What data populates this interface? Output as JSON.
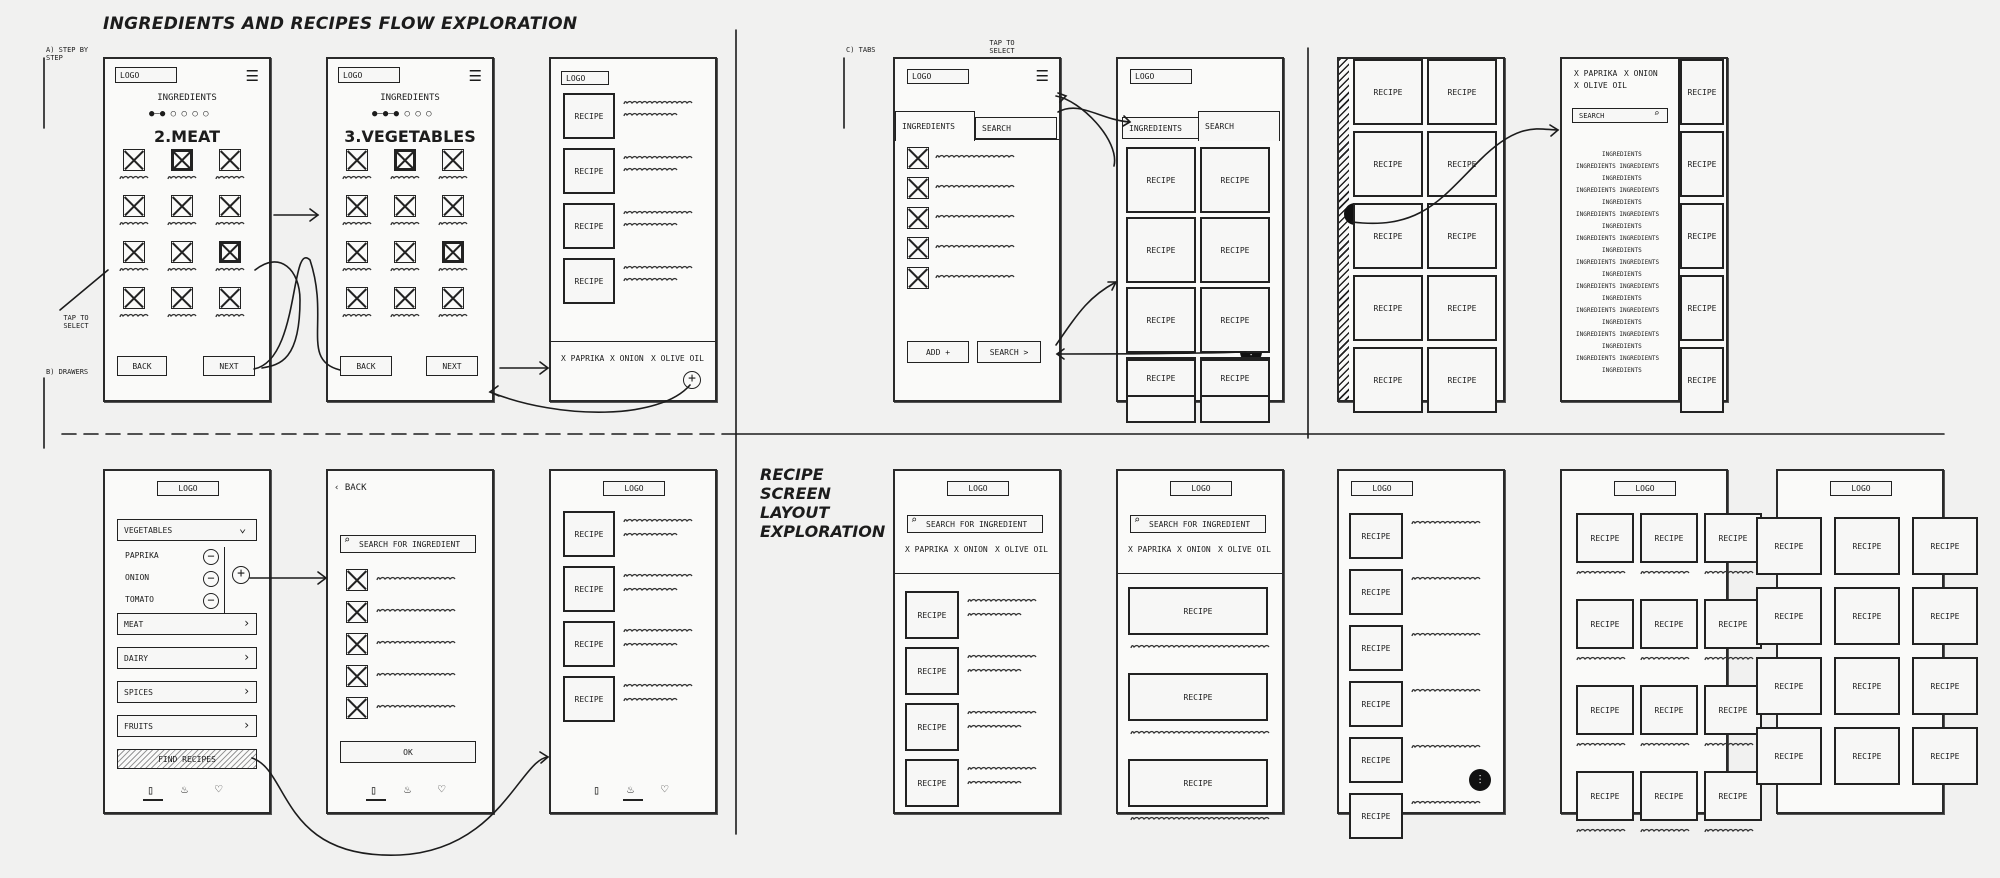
{
  "title": "INGREDIENTS AND RECIPES FLOW EXPLORATION",
  "section_labels": {
    "a": "A) STEP BY STEP",
    "b": "B) DRAWERS",
    "c": "C) TABS"
  },
  "recipe_layout_title": "RECIPE SCREEN LAYOUT EXPLORATION",
  "annotations": {
    "tap_select_1": "TAP TO SELECT",
    "tap_select_2": "TAP TO SELECT"
  },
  "common": {
    "logo": "LOGO",
    "recipe": "RECIPE",
    "ingredients": "INGREDIENTS"
  },
  "step_a": {
    "heading": "INGREDIENTS",
    "step1_name": "2.MEAT",
    "step2_name": "3.VEGETABLES",
    "back": "BACK",
    "next": "NEXT",
    "chips": [
      "X PAPRIKA",
      "X ONION",
      "X OLIVE OIL"
    ]
  },
  "tabs_c": {
    "tab_ingredients": "INGREDIENTS",
    "tab_search": "SEARCH",
    "add": "ADD +",
    "search_btn": "SEARCH >",
    "chips": [
      "X PAPRIKA",
      "X ONION",
      "X OLIVE OIL"
    ],
    "search_field": "SEARCH"
  },
  "drawers_b": {
    "vegetables": "VEGETABLES",
    "items": [
      "PAPRIKA",
      "ONION",
      "TOMATO"
    ],
    "categories": [
      "MEAT",
      "DAIRY",
      "SPICES",
      "FRUITS"
    ],
    "find_recipes": "FIND RECIPES",
    "back": "BACK",
    "search_placeholder": "SEARCH FOR INGREDIENT",
    "ok": "OK"
  },
  "layouts": {
    "search_placeholder": "SEARCH FOR INGREDIENT",
    "chips": [
      "X PAPRIKA",
      "X ONION",
      "X OLIVE OIL"
    ]
  }
}
